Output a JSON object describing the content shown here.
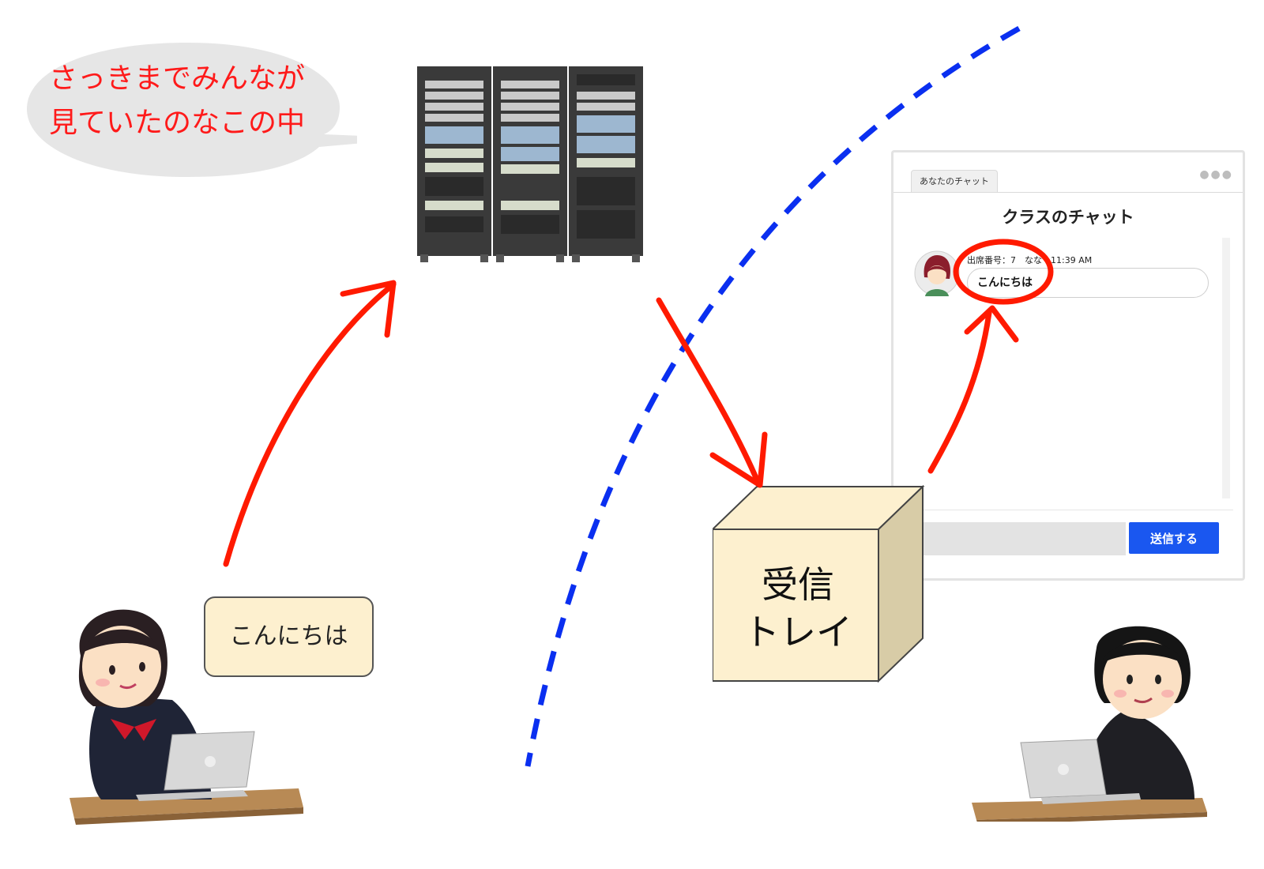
{
  "bubble": {
    "line1": "さっきまでみんなが",
    "line2": "見ていたのなこの中",
    "text_color": "#ff1a1a",
    "fill": "#e6e6e6"
  },
  "server": {
    "icon": "server-rack-icon"
  },
  "chat_window": {
    "tab_label": "あなたのチャット",
    "title": "クラスのチャット",
    "message_meta": "出席番号：7　なな　11:39 AM",
    "message_text": "こんにちは",
    "input_value": "",
    "send_label": "送信する",
    "send_color": "#1a57f0"
  },
  "inbox_box": {
    "line1": "受信",
    "line2": "トレイ",
    "face_color": "#fdf0cf",
    "side_color": "#d8cca7"
  },
  "message_card": {
    "text": "こんにちは"
  },
  "colors": {
    "arrow": "#ff1a00",
    "boundary": "#0a2ff0"
  }
}
